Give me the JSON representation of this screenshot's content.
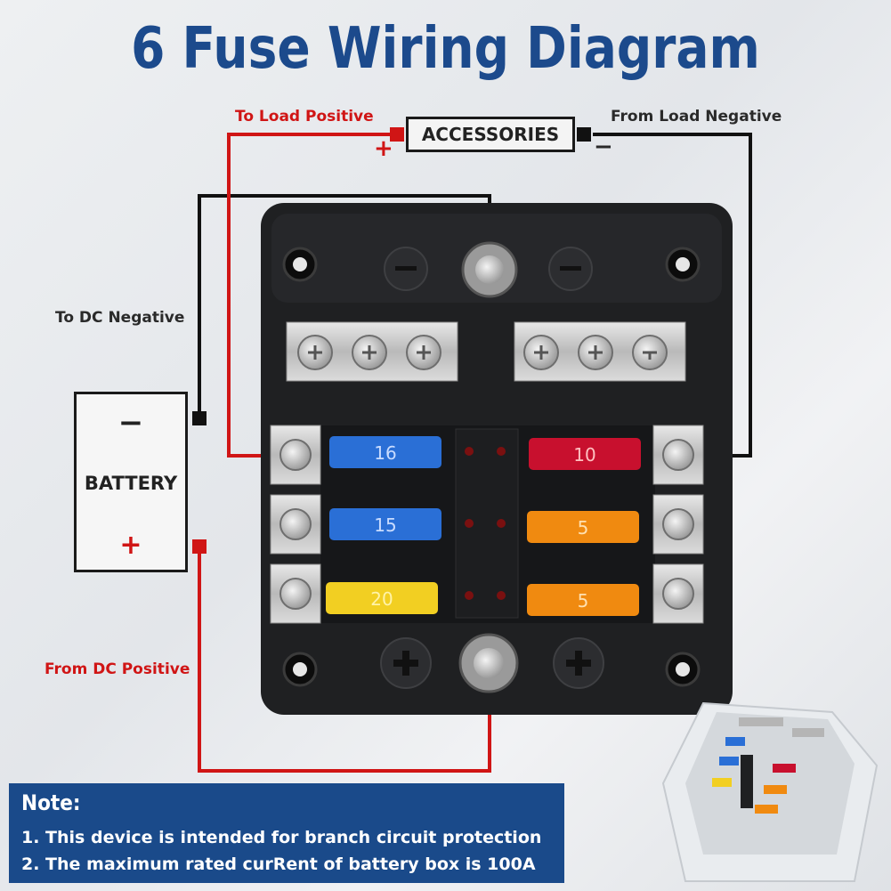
{
  "title": "6 Fuse Wiring Diagram",
  "labels": {
    "to_load_positive": "To Load Positive",
    "from_load_negative": "From Load Negative",
    "to_dc_negative": "To DC Negative",
    "from_dc_positive": "From DC Positive"
  },
  "accessories": {
    "label": "ACCESSORIES",
    "plus": "+",
    "minus": "−"
  },
  "battery": {
    "label": "BATTERY",
    "minus": "−",
    "plus": "+"
  },
  "fuses": {
    "left": [
      {
        "rating": "16",
        "color": "#2a6fd6"
      },
      {
        "rating": "15",
        "color": "#2a6fd6"
      },
      {
        "rating": "20",
        "color": "#f2cf22"
      }
    ],
    "right": [
      {
        "rating": "10",
        "color": "#c8102e"
      },
      {
        "rating": "5",
        "color": "#f08a10"
      },
      {
        "rating": "5",
        "color": "#f08a10"
      }
    ]
  },
  "note": {
    "title": "Note:",
    "lines": [
      "1. This device is intended for branch circuit protection",
      "2. The maximum rated curRent of battery box is 100A"
    ]
  },
  "colors": {
    "wire_positive": "#d01515",
    "wire_negative": "#111111",
    "brand_blue": "#1a4a8a"
  }
}
